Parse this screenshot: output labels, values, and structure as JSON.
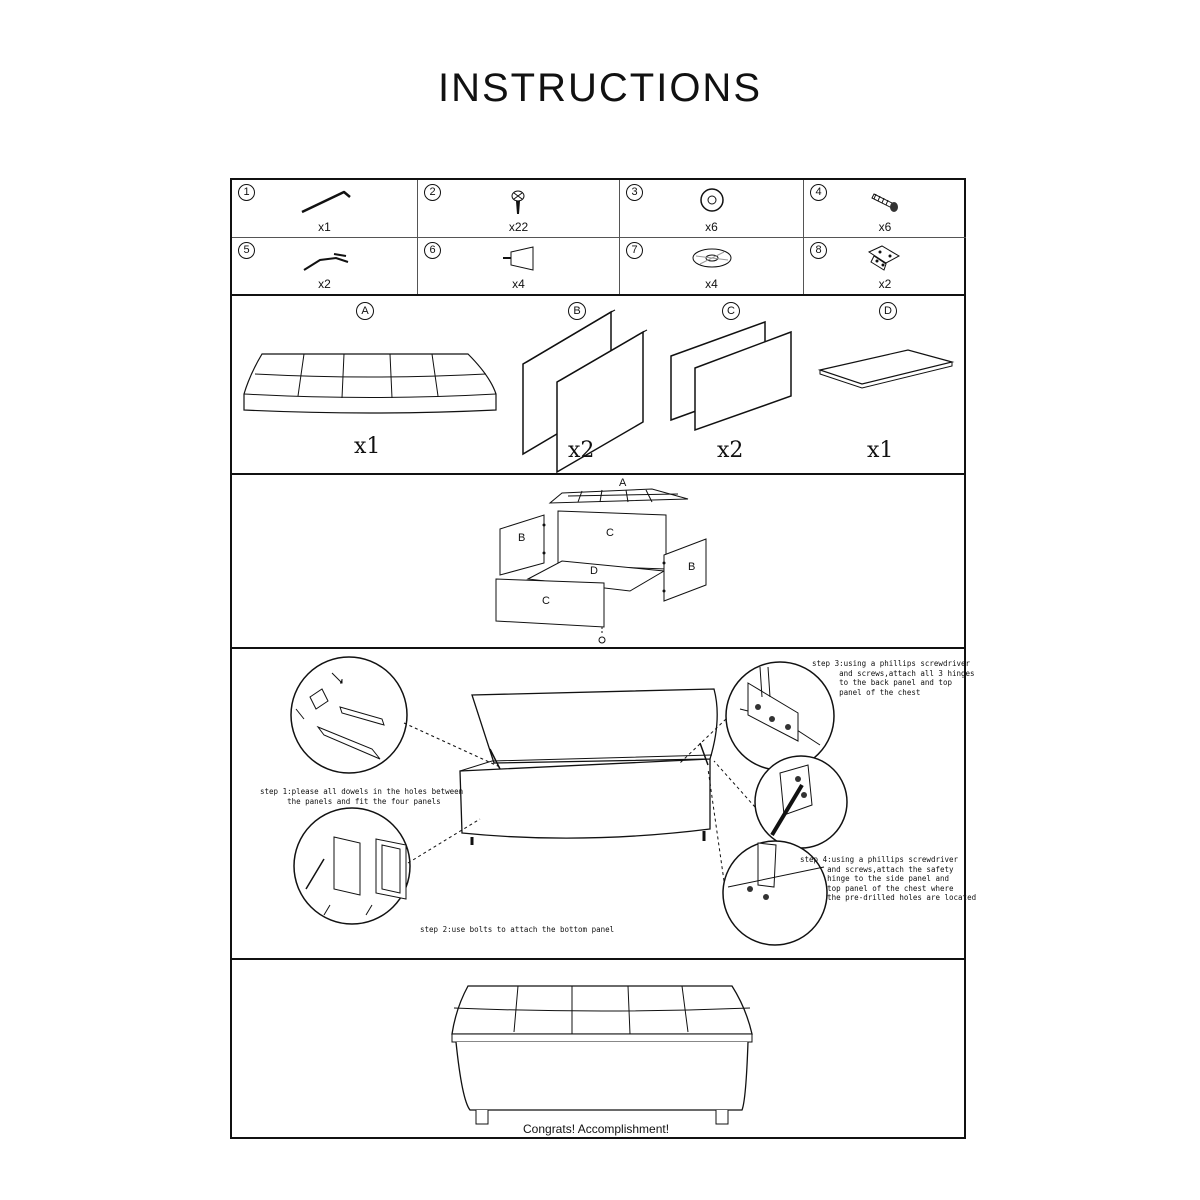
{
  "title": "INSTRUCTIONS",
  "hardware": [
    {
      "num": "1",
      "qty": "x1",
      "icon": "allen-key-icon"
    },
    {
      "num": "2",
      "qty": "x22",
      "icon": "screw-icon"
    },
    {
      "num": "3",
      "qty": "x6",
      "icon": "washer-icon"
    },
    {
      "num": "4",
      "qty": "x6",
      "icon": "bolt-icon"
    },
    {
      "num": "5",
      "qty": "x2",
      "icon": "safety-hinge-icon"
    },
    {
      "num": "6",
      "qty": "x4",
      "icon": "leg-icon"
    },
    {
      "num": "7",
      "qty": "x4",
      "icon": "leg-plate-icon"
    },
    {
      "num": "8",
      "qty": "x2",
      "icon": "hinge-icon"
    }
  ],
  "parts": [
    {
      "label": "A",
      "qty": "x1"
    },
    {
      "label": "B",
      "qty": "x2"
    },
    {
      "label": "C",
      "qty": "x2"
    },
    {
      "label": "D",
      "qty": "x1"
    }
  ],
  "exploded": {
    "top": "A",
    "side_left": "B",
    "back": "C",
    "bottom": "D",
    "side_right": "B",
    "front": "C"
  },
  "steps": {
    "step1": "step 1:please all dowels in the holes between\n      the panels and fit the four panels",
    "step2": "step 2:use bolts to attach the bottom panel",
    "step3": "step 3:using a phillips screwdriver\n      and screws,attach all 3 hinges\n      to the back panel and top\n      panel of the chest",
    "step4": "step 4:using a phillips screwdriver\n      and screws,attach the safety\n      hinge to the side panel and\n      top panel of the chest where\n      the pre-drilled holes are located"
  },
  "final": {
    "caption": "Congrats! Accomplishment!"
  }
}
